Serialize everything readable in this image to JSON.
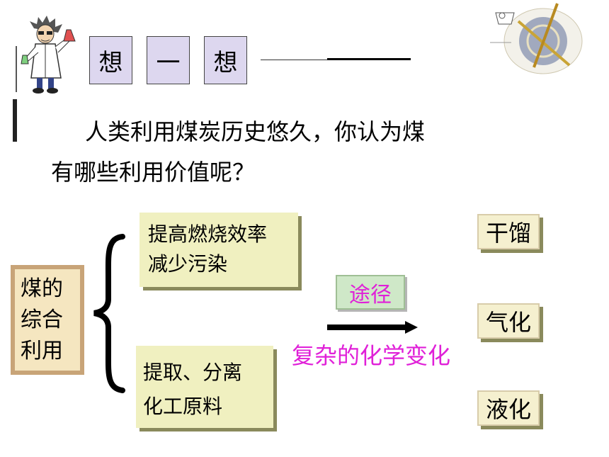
{
  "title_chars": [
    "想",
    "一",
    "想"
  ],
  "question": {
    "line1": "人类利用煤炭历史悠久，你认为煤",
    "line2": "有哪些利用价值呢？"
  },
  "main_box": {
    "lines": [
      "煤的",
      "综合",
      "利用"
    ]
  },
  "top_box": {
    "lines": [
      "提高燃烧效率",
      "减少污染"
    ]
  },
  "bottom_box": {
    "lines": [
      "提取、分离",
      "化工原料"
    ]
  },
  "route_label": "途径",
  "process_label": "复杂的化学变化",
  "methods": [
    "干馏",
    "气化",
    "液化"
  ],
  "colors": {
    "title_box_bg": "#ddd7ef",
    "process_text": "#e020d8",
    "route_text": "#e020d8",
    "route_box_bg": "#cfe8c8"
  }
}
